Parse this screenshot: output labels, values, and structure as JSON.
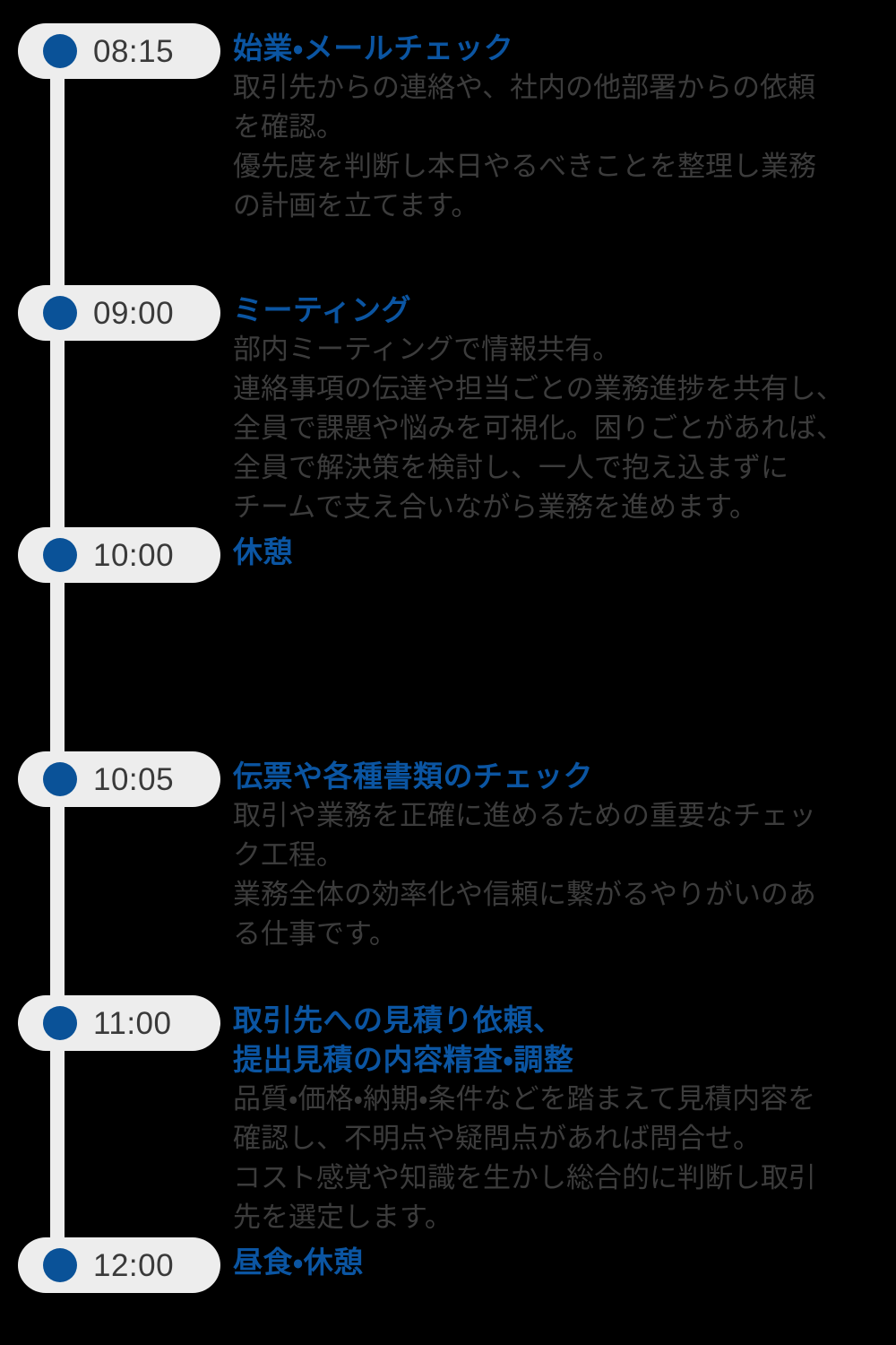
{
  "colors": {
    "background": "#000000",
    "rail": "#ededed",
    "pill_background": "#ededed",
    "dot": "#0a5298",
    "heading": "#0b55a2",
    "body_text": "#3c3c3c",
    "time_text": "#3a3a3a"
  },
  "timeline": {
    "items": [
      {
        "time": "08:15",
        "heading": "始業・メールチェック",
        "lines": [
          "取引先からの連絡や、社内の他部署からの依頼",
          "を確認。",
          "優先度を判断し本日やるべきことを整理し業務",
          "の計画を立てます。"
        ],
        "gap_after": 66
      },
      {
        "time": "09:00",
        "heading": "ミーティング",
        "lines": [
          "部内ミーティングで情報共有。",
          "連絡事項の伝達や担当ごとの業務進捗を共有し、",
          "全員で課題や悩みを可視化。困りごとがあれば、",
          "全員で解決策を検討し、一人で抱え込まずに",
          "チームで支え合いながら業務を進めます。"
        ],
        "gap_after": 0
      },
      {
        "time": "10:00",
        "heading": "休憩",
        "lines": [],
        "gap_after": 200
      },
      {
        "time": "10:05",
        "heading": "伝票や各種書類のチェック",
        "lines": [
          "取引や業務を正確に進めるための重要なチェッ",
          "ク工程。",
          "業務全体の効率化や信頼に繋がるやりがいのあ",
          "る仕事です。"
        ],
        "gap_after": 46
      },
      {
        "time": "11:00",
        "heading": "取引先への見積り依頼、",
        "heading2": "提出見積の内容精査・調整",
        "lines": [
          "品質・価格・納期・条件などを踏まえて見積内容を",
          "確認し、不明点や疑問点があれば問合せ。",
          "コスト感覚や知識を生かし総合的に判断し取引",
          "先を選定します。"
        ],
        "gap_after": 0
      },
      {
        "time": "12:00",
        "heading": "昼食・休憩",
        "lines": [],
        "gap_after": 0
      }
    ]
  }
}
